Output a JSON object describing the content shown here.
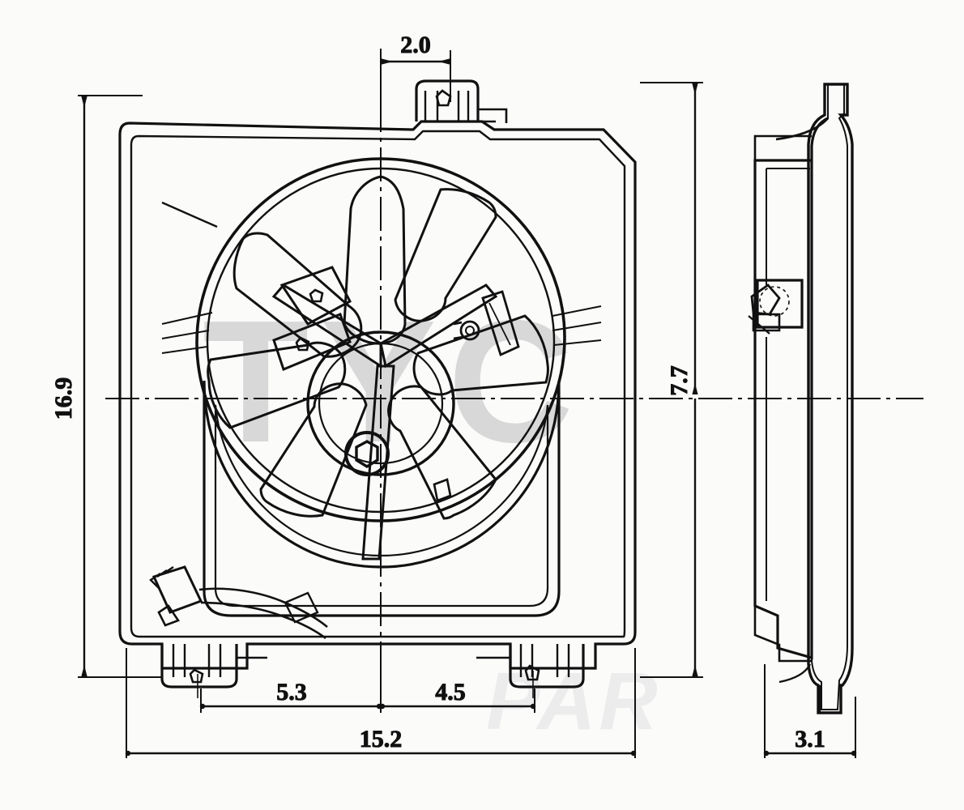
{
  "drawing": {
    "title": "Radiator Cooling Fan Assembly - Engineering Drawing",
    "views": {
      "front": "front-elevation-view",
      "side": "side-profile-view"
    },
    "units": "inches",
    "line_color": "#111111",
    "background_color": "#fbfbfa"
  },
  "dimensions": {
    "top": {
      "label": "2.0",
      "name": "top-offset-dimension"
    },
    "left": {
      "label": "16.9",
      "name": "overall-height-dimension"
    },
    "right": {
      "label": "7.7",
      "name": "center-height-dimension"
    },
    "bottom_left": {
      "label": "5.3",
      "name": "lower-left-dimension"
    },
    "bottom_right": {
      "label": "4.5",
      "name": "lower-right-dimension"
    },
    "bottom_overall": {
      "label": "15.2",
      "name": "overall-width-dimension"
    },
    "side_width": {
      "label": "3.1",
      "name": "side-depth-dimension"
    }
  },
  "watermarks": {
    "primary": "TYC",
    "secondary": "PAR"
  }
}
